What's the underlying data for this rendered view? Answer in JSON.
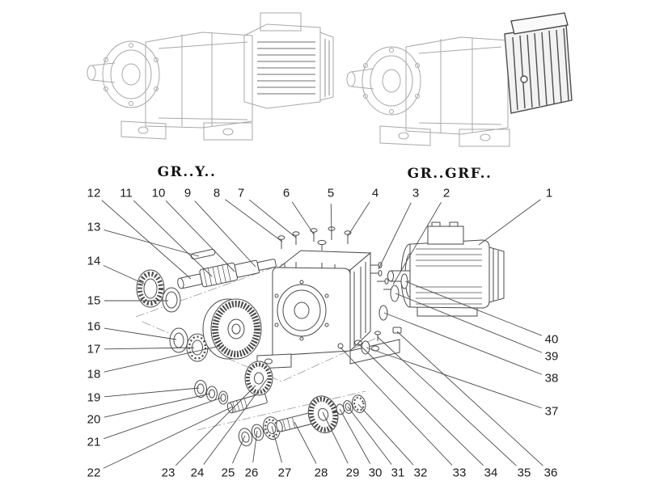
{
  "figure": {
    "title_left": "GR..Y..",
    "title_right": "GR..GRF..",
    "colors": {
      "background": "#ffffff",
      "drawing_line": "#4a4a4a",
      "light_line": "#a8a8a8",
      "leader_line": "#4a4a4a",
      "text": "#1c1c1c"
    },
    "callouts": [
      "1",
      "2",
      "3",
      "4",
      "5",
      "6",
      "7",
      "8",
      "9",
      "10",
      "11",
      "12",
      "13",
      "14",
      "15",
      "16",
      "17",
      "18",
      "19",
      "20",
      "21",
      "22",
      "23",
      "24",
      "25",
      "26",
      "27",
      "28",
      "29",
      "30",
      "31",
      "32",
      "33",
      "34",
      "35",
      "36",
      "37",
      "38",
      "39",
      "40"
    ]
  }
}
